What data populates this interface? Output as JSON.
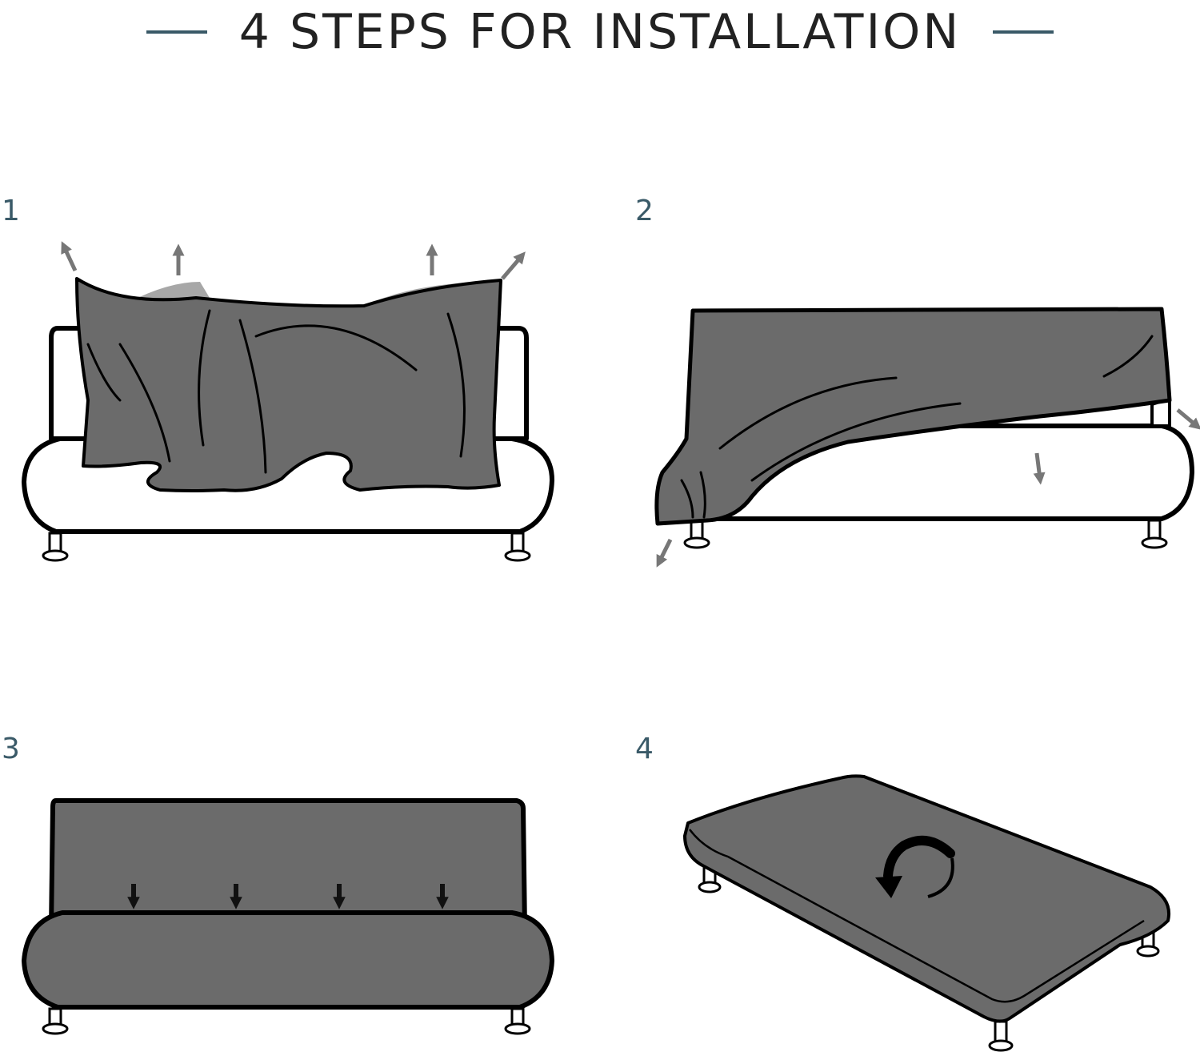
{
  "title": "4 STEPS FOR INSTALLATION",
  "colors": {
    "accent": "#3a5a68",
    "cover": "#6b6b6b",
    "cover_light": "#a7a7a7",
    "arrow": "#777777",
    "outline": "#000000"
  },
  "steps": [
    {
      "number": "1"
    },
    {
      "number": "2"
    },
    {
      "number": "3"
    },
    {
      "number": "4"
    }
  ]
}
